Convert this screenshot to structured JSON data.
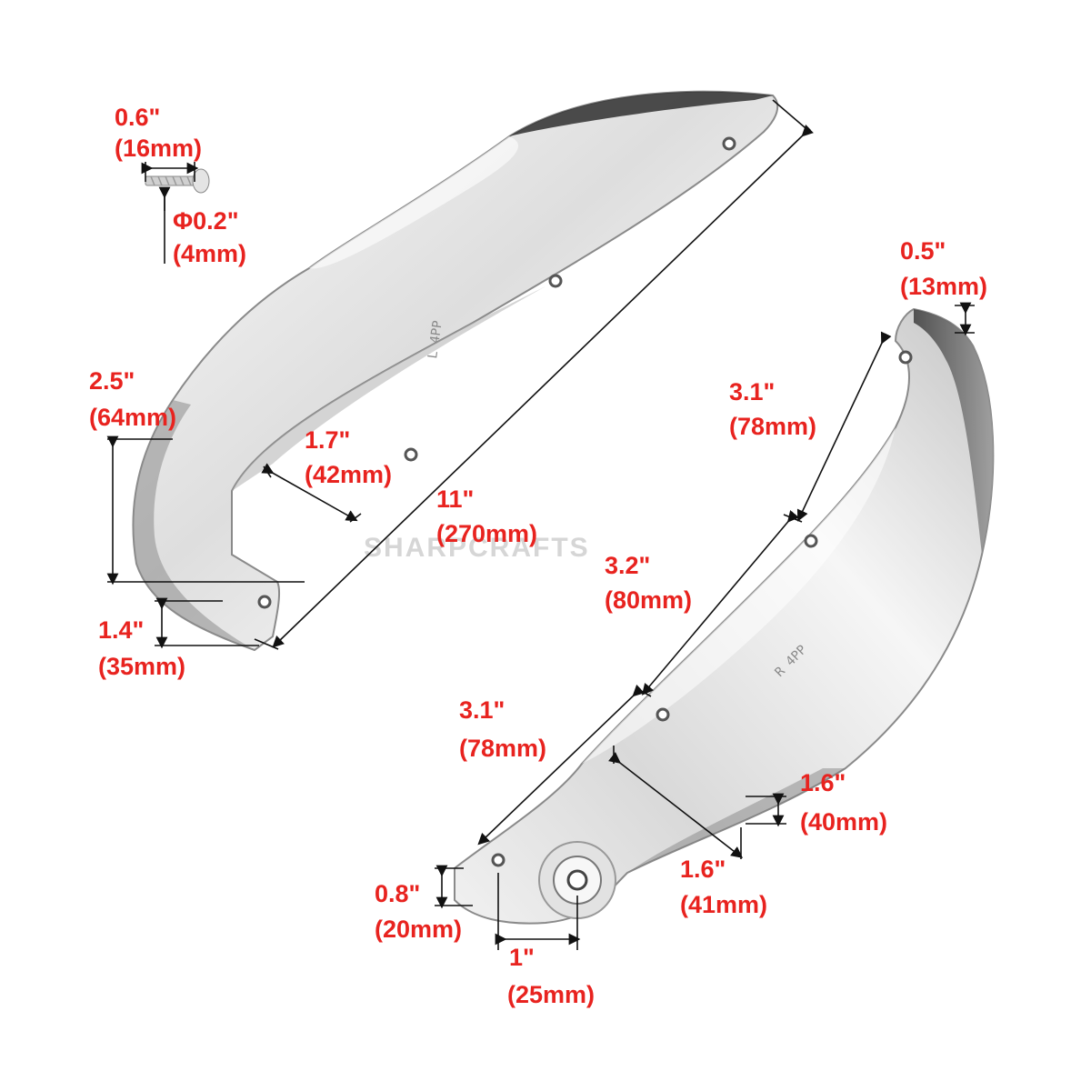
{
  "watermark": "SHARPCRAFTS",
  "part_stamps": {
    "left": "L 4PP",
    "right": "R 4PP"
  },
  "colors": {
    "dimension_text": "#e8231f",
    "chrome_light": "#f4f4f4",
    "chrome_mid": "#c9c9c9",
    "chrome_dark": "#6e6e6e",
    "lines": "#111111"
  },
  "icons": {
    "screw": "screw-icon"
  },
  "screw": {
    "length_in": "0.6\"",
    "length_mm": "(16mm)",
    "diameter_in": "Φ0.2\"",
    "diameter_mm": "(4mm)"
  },
  "left_part": {
    "height_in": "2.5\"",
    "height_mm": "(64mm)",
    "width_in": "1.7\"",
    "width_mm": "(42mm)",
    "length_in": "11\"",
    "length_mm": "(270mm)",
    "lip_in": "1.4\"",
    "lip_mm": "(35mm)"
  },
  "right_part": {
    "tip_in": "0.5\"",
    "tip_mm": "(13mm)",
    "upper_span_in": "3.1\"",
    "upper_span_mm": "(78mm)",
    "mid_span_in": "3.2\"",
    "mid_span_mm": "(80mm)",
    "lower_span_in": "3.1\"",
    "lower_span_mm": "(78mm)",
    "side_height_in": "1.6\"",
    "side_height_mm": "(40mm)",
    "base_width_in": "1.6\"",
    "base_width_mm": "(41mm)",
    "foot_in": "0.8\"",
    "foot_mm": "(20mm)",
    "hole_offset_in": "1\"",
    "hole_offset_mm": "(25mm)"
  }
}
